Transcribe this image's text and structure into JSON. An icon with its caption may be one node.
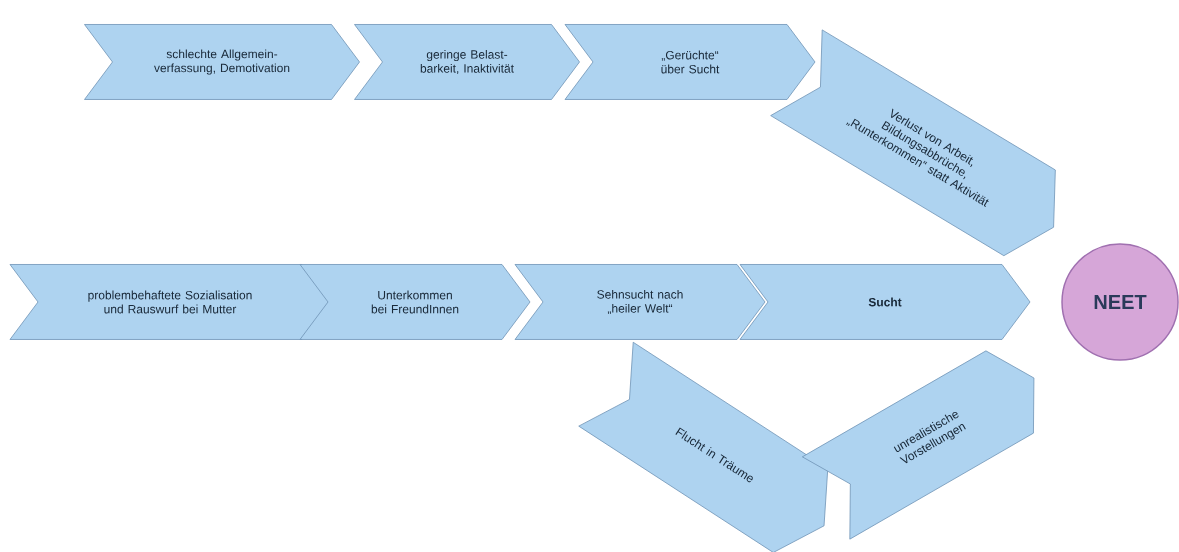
{
  "diagram": {
    "nodes": [
      {
        "text": [
          "schlechte Allgemein-verfassung, Demotivation"
        ]
      },
      {
        "text": [
          "geringe Belast-barkeit, Inaktivität"
        ]
      },
      {
        "text": [
          "„Gerüchte“ über Sucht"
        ]
      },
      {
        "text": [
          "Verlust von Arbeit, Bildungsabbrüche, „Runterkommen“ statt Aktivität"
        ]
      },
      {
        "text": [
          "problembehaftete Sozialisation und Rauswurf bei Mutter"
        ]
      },
      {
        "text": [
          "Unterkommen bei FreundInnen"
        ]
      },
      {
        "text": [
          "Sehnsucht nach „heiler Welt“"
        ]
      },
      {
        "text": [
          "**Sucht**"
        ]
      },
      {
        "text": [
          "**NEET**"
        ]
      },
      {
        "text": [
          "Flucht in Träume"
        ]
      },
      {
        "text": [
          "unrealistische Vorstellungen"
        ]
      }
    ]
  }
}
